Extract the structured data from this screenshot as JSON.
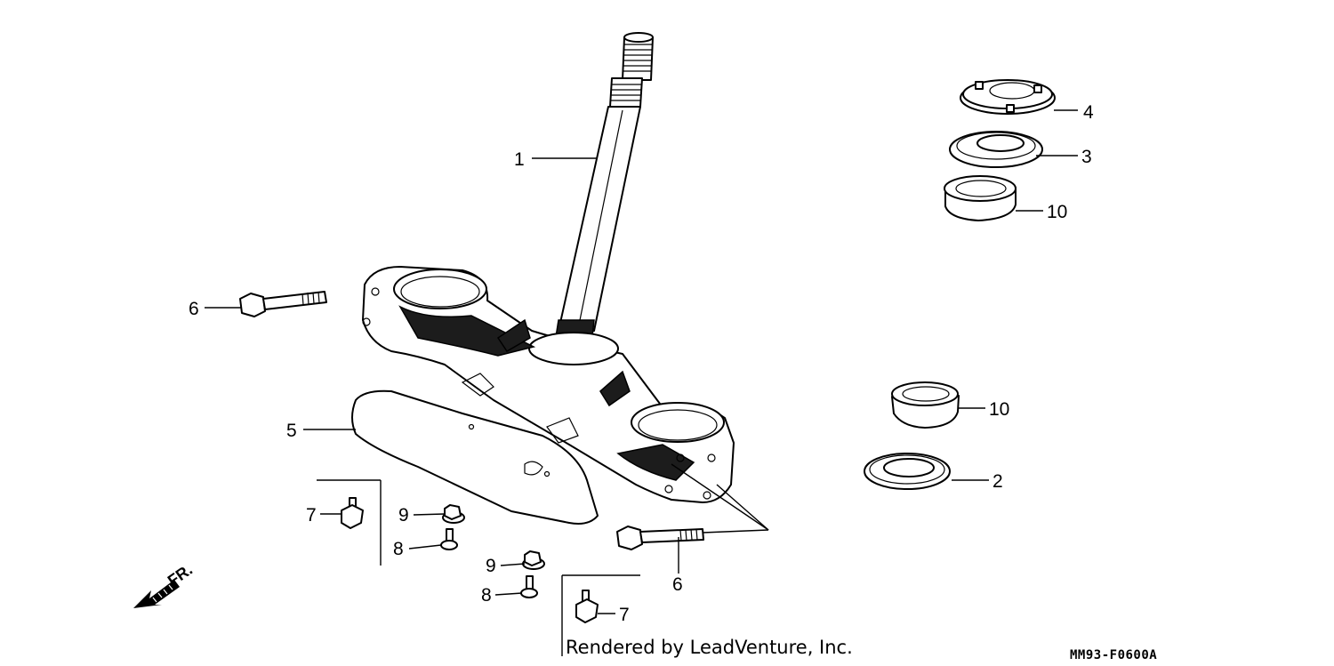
{
  "callouts": {
    "c1": "1",
    "c2": "2",
    "c3": "3",
    "c4": "4",
    "c5": "5",
    "c6a": "6",
    "c6b": "6",
    "c7a": "7",
    "c7b": "7",
    "c8a": "8",
    "c8b": "8",
    "c9a": "9",
    "c9b": "9",
    "c10a": "10",
    "c10b": "10"
  },
  "direction_label": "FR.",
  "credit": "Rendered by LeadVenture, Inc.",
  "diagram_code": "MM93-F0600A"
}
